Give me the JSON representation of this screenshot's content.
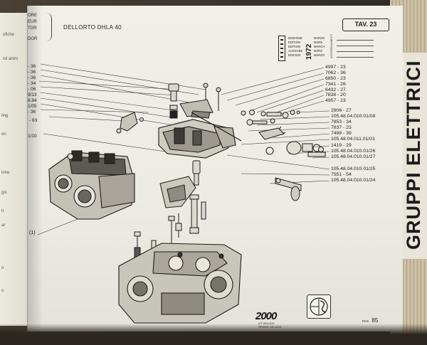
{
  "tab": {
    "section_label": "GRUPPI ELETTRICI"
  },
  "header": {
    "lang_fragments": [
      "ORE",
      "EUR",
      "TOR",
      "DOR"
    ],
    "model_title": "DELLORTO DHLA 40",
    "table_number": "TAV. 23"
  },
  "edition": {
    "languages": [
      "EDIZIONE",
      "EDITION",
      "EDITION",
      "AUSGABE",
      "EDICION"
    ],
    "year": "1972",
    "months": [
      "MARZO",
      "MARS",
      "MARCH",
      "MÄRZ",
      "MARZO"
    ],
    "updates_label": "AGGIORNAMENTI"
  },
  "left_callouts": [
    "- 36",
    "- 36",
    "- 36",
    "- 34",
    "- 06",
    "9/13",
    "8.84",
    "1/05",
    "- 36",
    "- 63",
    "1/10"
  ],
  "right_callouts": [
    "4997 - 23",
    "7062 - 36",
    "6850 - 23",
    "7341 - 26",
    "6432 - 27",
    "7838 - 20",
    "4957 - 23",
    "2906 - 27",
    "105.48.04.010.01/08",
    "7853 - 34",
    "7837 - 23",
    "7498 - 39",
    "105.48.04.011.01/01",
    "1419 - 29",
    "105.48.04.010.01/26",
    "105.48.04.010.01/27",
    "105.48.04.010.01/25",
    "7551 - 54",
    "105.48.04.010.01/24"
  ],
  "assembly_label": "(1)",
  "left_page_fragments": [
    "ofiche",
    "iot aniro",
    "iing",
    "on",
    "ione",
    "gis",
    "tr",
    "ar",
    "o",
    "o"
  ],
  "footer": {
    "logo_text": "2000",
    "logo_subtitle": [
      "GT VELOCE",
      "SPIDER VELOCE"
    ],
    "page_prefix": "PAG.",
    "page_number": "85"
  }
}
